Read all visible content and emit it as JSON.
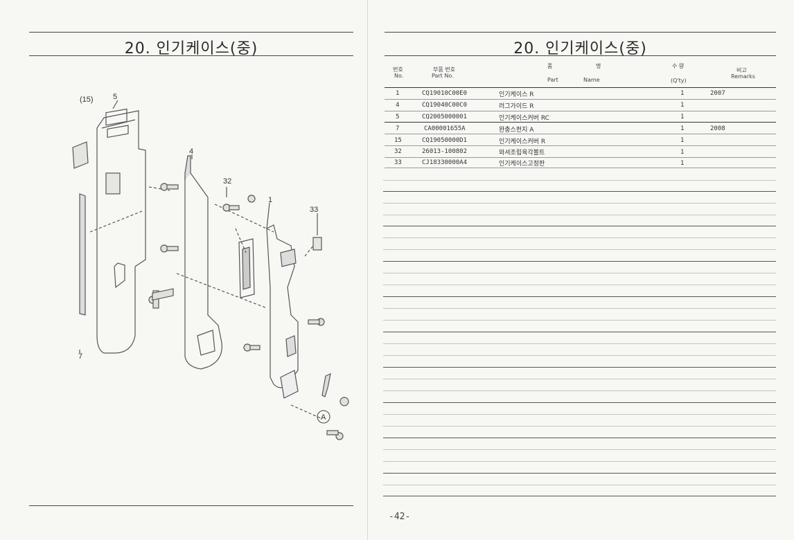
{
  "left_page": {
    "title": "20. 인기케이스(중)",
    "callouts": {
      "c15": "(15)",
      "c5": "5",
      "c4": "4",
      "c32": "32",
      "c1": "1",
      "c33": "33",
      "cA": "A",
      "c7": "7"
    }
  },
  "right_page": {
    "title": "20. 인기케이스(중)",
    "headers": {
      "no_kr": "번호",
      "no_en": "No.",
      "part_no_kr": "부품 번호",
      "part_no_en": "Part  No.",
      "name_kr_1": "품",
      "name_kr_2": "명",
      "name_en_1": "Part",
      "name_en_2": "Name",
      "qty_kr": "수 량",
      "qty_en": "(Q'ty)",
      "remarks_kr": "비고",
      "remarks_en": "Remarks"
    },
    "rows": [
      {
        "no": "1",
        "part_no": "CQ19010C00E0",
        "name": "인기케이스 R",
        "qty": "1",
        "remarks": "2007"
      },
      {
        "no": "4",
        "part_no": "CQ19040C00C0",
        "name": "러그가이드 R",
        "qty": "1",
        "remarks": ""
      },
      {
        "no": "5",
        "part_no": "CQ2005000001",
        "name": "인기케이스커버 RC",
        "qty": "1",
        "remarks": ""
      },
      {
        "no": "7",
        "part_no": "CA00001655A",
        "name": "완충스펀지 A",
        "qty": "1",
        "remarks": "2008"
      },
      {
        "no": "15",
        "part_no": "CQ19050000D1",
        "name": "인기케이스커버 R",
        "qty": "1",
        "remarks": ""
      },
      {
        "no": "32",
        "part_no": "26013-100802",
        "name": "와셔조립육각볼트",
        "qty": "1",
        "remarks": ""
      },
      {
        "no": "33",
        "part_no": "CJ18330000A4",
        "name": "인기케이스고정판",
        "qty": "1",
        "remarks": ""
      }
    ],
    "page_number": "-42-"
  }
}
